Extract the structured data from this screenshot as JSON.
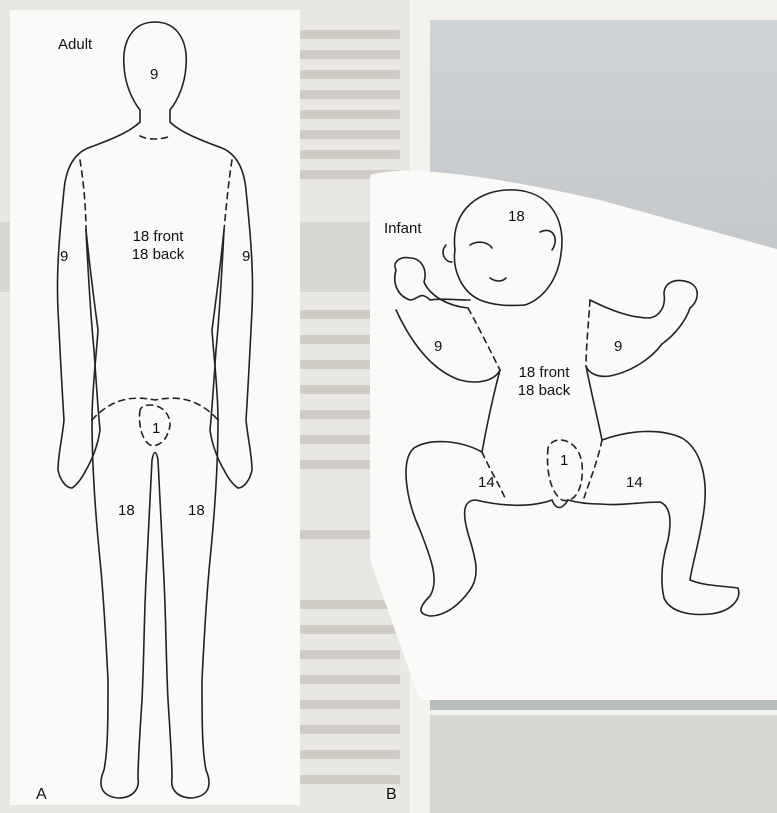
{
  "panel_a": {
    "letter": "A",
    "title": "Adult",
    "regions": {
      "head": "9",
      "arm_left": "9",
      "arm_right": "9",
      "trunk_front": "18 front",
      "trunk_back": "18 back",
      "perineum": "1",
      "leg_left": "18",
      "leg_right": "18"
    }
  },
  "panel_b": {
    "letter": "B",
    "title": "Infant",
    "regions": {
      "head": "18",
      "arm_left": "9",
      "arm_right": "9",
      "trunk_front": "18 front",
      "trunk_back": "18 back",
      "perineum": "1",
      "leg_left": "14",
      "leg_right": "14"
    }
  }
}
